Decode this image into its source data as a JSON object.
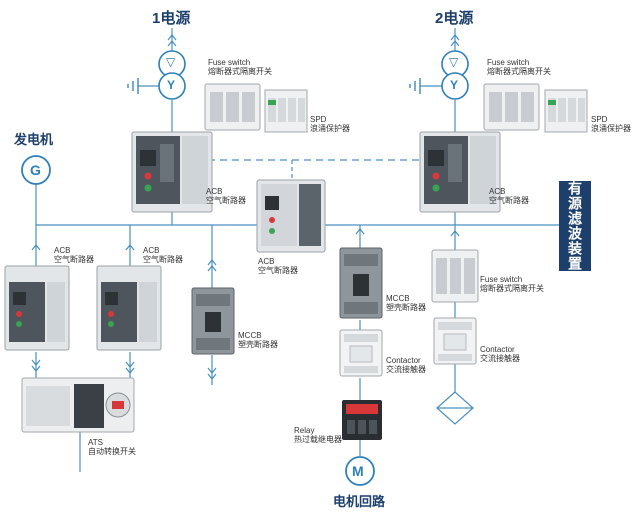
{
  "sources": {
    "source1": "1电源",
    "source2": "2电源",
    "generator": "发电机",
    "motor_circuit": "电机回路",
    "filter": "有源滤波装置"
  },
  "symbols": {
    "generator": "G",
    "motor": "M",
    "transformer_top": "▽",
    "transformer_bottom": "Y"
  },
  "labels": {
    "fuse_switch_1": {
      "en": "Fuse switch",
      "zh": "熔断器式隔离开关"
    },
    "fuse_switch_2": {
      "en": "Fuse switch",
      "zh": "熔断器式隔离开关"
    },
    "fuse_switch_3": {
      "en": "Fuse switch",
      "zh": "熔断器式隔离开关"
    },
    "spd_1": {
      "en": "SPD",
      "zh": "浪涌保护器"
    },
    "spd_2": {
      "en": "SPD",
      "zh": "浪涌保护器"
    },
    "acb_1": {
      "en": "ACB",
      "zh": "空气断路器"
    },
    "acb_2": {
      "en": "ACB",
      "zh": "空气断路器"
    },
    "acb_3": {
      "en": "ACB",
      "zh": "空气断路器"
    },
    "acb_4": {
      "en": "ACB",
      "zh": "空气断路器"
    },
    "acb_5": {
      "en": "ACB",
      "zh": "空气断路器"
    },
    "mccb_1": {
      "en": "MCCB",
      "zh": "塑壳断路器"
    },
    "mccb_2": {
      "en": "MCCB",
      "zh": "塑壳断路器"
    },
    "contactor_1": {
      "en": "Contactor",
      "zh": "交流接触器"
    },
    "contactor_2": {
      "en": "Contactor",
      "zh": "交流接触器"
    },
    "relay": {
      "en": "Relay",
      "zh": "热过载继电器"
    },
    "ats": {
      "en": "ATS",
      "zh": "自动转换开关"
    }
  },
  "colors": {
    "line": "#4a8fc0",
    "dark_navy": "#1d3f6b",
    "device_body": "#d8dcdf",
    "device_dark": "#454b52",
    "accent_red": "#d9383a",
    "accent_green": "#3aa455"
  }
}
